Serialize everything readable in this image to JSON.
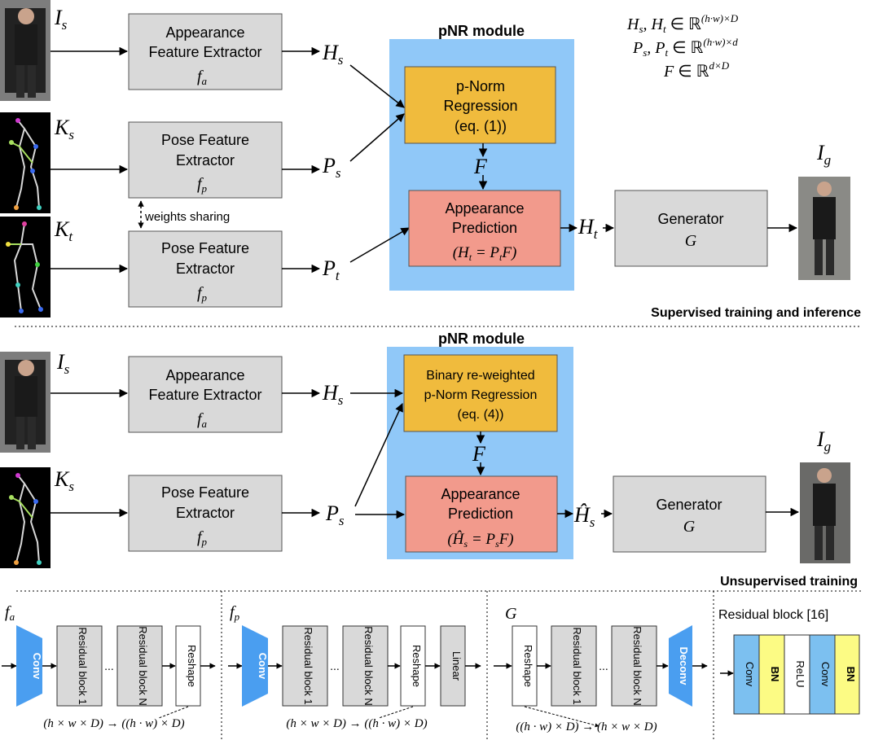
{
  "colors": {
    "grey_box": "#d9d9d9",
    "pnr_bg": "#90c8f8",
    "yellow_box": "#f0bb3d",
    "red_box": "#f29a8c",
    "conv_blue": "#4a9ef0",
    "bn_yellow": "#fcfb84",
    "conv_cell_blue": "#7cc0f0"
  },
  "supervised": {
    "caption": "Supervised training and inference",
    "pnr_title": "pNR module",
    "appearance_extractor": {
      "line1": "Appearance",
      "line2": "Feature Extractor",
      "fn": "f",
      "fn_sub": "a"
    },
    "pose_extractor_top": {
      "line1": "Pose Feature",
      "line2": "Extractor",
      "fn": "f",
      "fn_sub": "p"
    },
    "pose_extractor_bottom": {
      "line1": "Pose Feature",
      "line2": "Extractor",
      "fn": "f",
      "fn_sub": "p"
    },
    "weights_sharing": "weights sharing",
    "pnorm": {
      "line1": "p-Norm",
      "line2": "Regression",
      "line3": "(eq. (1))"
    },
    "prediction": {
      "line1": "Appearance",
      "line2": "Prediction",
      "formula": "(H_t = P_t F)"
    },
    "generator": {
      "line1": "Generator",
      "fn": "G"
    },
    "labels": {
      "Is": "I",
      "Is_sub": "s",
      "Ks": "K",
      "Ks_sub": "s",
      "Kt": "K",
      "Kt_sub": "t",
      "Hs": "H",
      "Hs_sub": "s",
      "Ps": "P",
      "Ps_sub": "s",
      "Pt": "P",
      "Pt_sub": "t",
      "F": "F",
      "Ht": "H",
      "Ht_sub": "t",
      "Ig": "I",
      "Ig_sub": "g"
    },
    "notation": {
      "line1": "H_s, H_t ∈ ℝ^((h·w)×D)",
      "line2": "P_s, P_t ∈ ℝ^((h·w)×d)",
      "line3": "F ∈ ℝ^(d×D)"
    }
  },
  "unsupervised": {
    "caption": "Unsupervised training",
    "pnr_title": "pNR module",
    "appearance_extractor": {
      "line1": "Appearance",
      "line2": "Feature Extractor",
      "fn": "f",
      "fn_sub": "a"
    },
    "pose_extractor": {
      "line1": "Pose Feature",
      "line2": "Extractor",
      "fn": "f",
      "fn_sub": "p"
    },
    "pnorm": {
      "line1": "Binary re-weighted",
      "line2": "p-Norm Regression",
      "line3": "(eq. (4))"
    },
    "prediction": {
      "line1": "Appearance",
      "line2": "Prediction",
      "formula": "(Ĥ_s = P_s F)"
    },
    "generator": {
      "line1": "Generator",
      "fn": "G"
    },
    "labels": {
      "Is": "I",
      "Is_sub": "s",
      "Ks": "K",
      "Ks_sub": "s",
      "Hs": "H",
      "Hs_sub": "s",
      "Ps": "P",
      "Ps_sub": "s",
      "F": "F",
      "Hhat": "Ĥ",
      "Hhat_sub": "s",
      "Ig": "I",
      "Ig_sub": "g"
    }
  },
  "architectures": {
    "fa": {
      "title": "f",
      "title_sub": "a",
      "conv": "Conv",
      "res1": "Residual block 1",
      "dots": "...",
      "resN": "Residual block N",
      "reshape": "Reshape",
      "formula": "(h × w × D) → ((h · w) × D)"
    },
    "fp": {
      "title": "f",
      "title_sub": "p",
      "conv": "Conv",
      "res1": "Residual block 1",
      "dots": "...",
      "resN": "Residual block N",
      "reshape": "Reshape",
      "linear": "Linear",
      "formula": "(h × w × D) → ((h · w) × D)"
    },
    "G": {
      "title": "G",
      "reshape": "Reshape",
      "res1": "Residual block 1",
      "dots": "...",
      "resN": "Residual block N",
      "deconv": "Deconv",
      "formula": "((h · w) × D) → (h × w × D)"
    },
    "residual": {
      "title": "Residual block [16]",
      "cells": [
        "Conv",
        "BN",
        "ReLU",
        "Conv",
        "BN"
      ]
    }
  }
}
